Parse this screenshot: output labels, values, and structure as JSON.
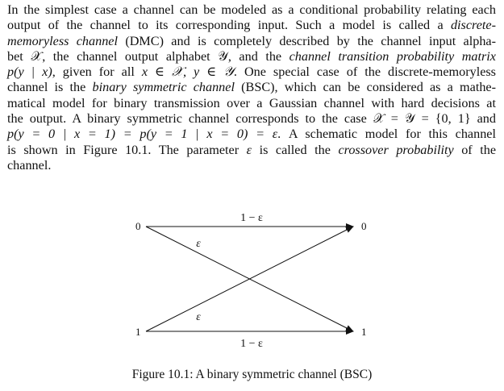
{
  "paragraph": {
    "lines": [
      [
        "In the simplest case a channel can be modeled as a conditional probability relating each"
      ],
      [
        "output of the channel to its corresponding input.  Such a model is called a ",
        {
          "em": "discrete-"
        }
      ],
      [
        {
          "em": "memoryless channel"
        },
        " (DMC) and is completely described by the channel input alpha-"
      ],
      [
        "bet 𝒳, the channel output alphabet 𝒴, and the ",
        {
          "em": "channel transition probability matrix"
        }
      ],
      [
        {
          "m": "p(y | x)"
        },
        ", given for all ",
        {
          "m": "x ∈ 𝒳, y ∈ 𝒴"
        },
        ". One special case of the discrete-memoryless"
      ],
      [
        "channel is the ",
        {
          "em": "binary symmetric channel"
        },
        " (BSC), which can be considered as a mathe-"
      ],
      [
        "matical model for binary transmission over a Gaussian channel with hard decisions at"
      ],
      [
        "the output. A binary symmetric channel corresponds to the case 𝒳 = 𝒴 = {0, 1} and"
      ],
      [
        {
          "m": "p(y = 0 | x = 1) = p(y = 1 | x = 0) = ε"
        },
        ". A schematic model for this channel"
      ],
      [
        "is shown in Figure 10.1.  The parameter ",
        {
          "m": "ε"
        },
        " is called the ",
        {
          "em": "crossover probability"
        },
        " of the"
      ],
      [
        "channel."
      ]
    ]
  },
  "figure": {
    "input_labels": [
      "0",
      "1"
    ],
    "output_labels": [
      "0",
      "1"
    ],
    "straight_label": "1 − ε",
    "cross_label": "ε",
    "caption": "Figure 10.1: A binary symmetric channel (BSC)"
  }
}
